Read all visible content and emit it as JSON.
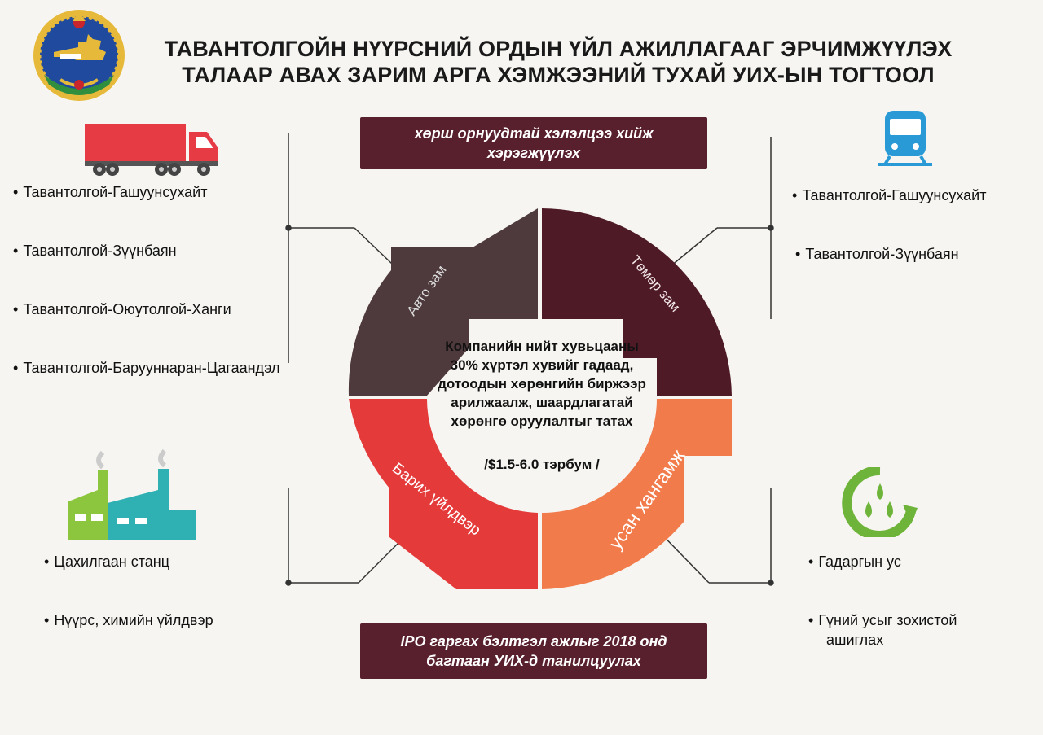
{
  "title": {
    "line1": "ТАВАНТОЛГОЙН НҮҮРСНИЙ ОРДЫН ҮЙЛ АЖИЛЛАГААГ ЭРЧИМЖҮҮЛЭХ",
    "line2": "ТАЛААР АВАХ ЗАРИМ АРГА ХЭМЖЭЭНИЙ ТУХАЙ УИХ-ЫН ТОГТООЛ"
  },
  "banner_top": {
    "line1": "хөрш орнуудтай хэлэлцээ хийж",
    "line2": "хэрэгжүүлэх"
  },
  "banner_bottom": {
    "line1": "IPO гаргах бэлтгэл ажлыг 2018 онд",
    "line2": "багтаан УИХ-д танилцуулах"
  },
  "center": {
    "lines": [
      "Компанийн нийт хувьцааны",
      "30% хүртэл хувийг гадаад,",
      "дотоодын хөрөнгийн биржээр",
      "арилжаалж, шаардлагатай",
      "хөрөнгө оруулалтыг татах"
    ],
    "amount": "/$1.5-6.0 тэрбум /"
  },
  "segments": {
    "road": {
      "label": "Авто зам",
      "color": "#4e3a3c"
    },
    "rail": {
      "label": "Төмөр зам",
      "color": "#4e1a26"
    },
    "industry": {
      "label": "Барих үйлдвэр",
      "color": "#e53a3a"
    },
    "water": {
      "label": "усан хангамж",
      "color": "#f27b4b"
    }
  },
  "lists": {
    "road": [
      "Тавантолгой-Гашуунсухайт",
      "Тавантолгой-Зүүнбаян",
      "Тавантолгой-Оюутолгой-Ханги",
      "Тавантолгой-Барууннаран-Цагаандэл"
    ],
    "rail": [
      "Тавантолгой-Гашуунсухайт",
      "Тавантолгой-Зүүнбаян"
    ],
    "energy": [
      "Цахилгаан станц",
      "Нүүрс, химийн үйлдвэр"
    ],
    "water": [
      "Гадаргын ус",
      "Гүний усыг зохистой",
      "ашиглах"
    ]
  },
  "icons": {
    "road": "truck-icon",
    "rail": "train-icon",
    "energy": "factory-icon",
    "water": "water-recycle-icon",
    "emblem": "state-emblem-icon"
  }
}
